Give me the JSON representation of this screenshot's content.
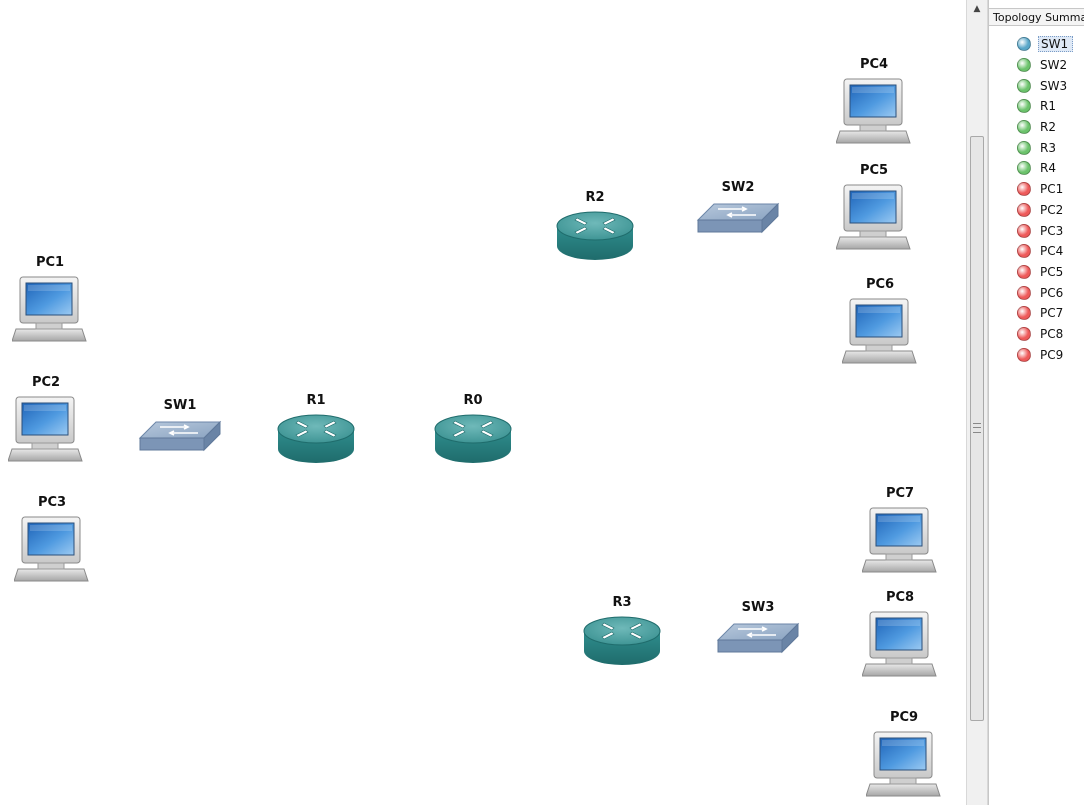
{
  "canvas": {
    "nodes": [
      {
        "id": "pc1",
        "label": "PC1",
        "type": "pc"
      },
      {
        "id": "pc2",
        "label": "PC2",
        "type": "pc"
      },
      {
        "id": "pc3",
        "label": "PC3",
        "type": "pc"
      },
      {
        "id": "sw1",
        "label": "SW1",
        "type": "switch"
      },
      {
        "id": "r1",
        "label": "R1",
        "type": "router"
      },
      {
        "id": "r0",
        "label": "R0",
        "type": "router"
      },
      {
        "id": "r2",
        "label": "R2",
        "type": "router"
      },
      {
        "id": "sw2",
        "label": "SW2",
        "type": "switch"
      },
      {
        "id": "pc4",
        "label": "PC4",
        "type": "pc"
      },
      {
        "id": "pc5",
        "label": "PC5",
        "type": "pc"
      },
      {
        "id": "pc6",
        "label": "PC6",
        "type": "pc"
      },
      {
        "id": "r3",
        "label": "R3",
        "type": "router"
      },
      {
        "id": "sw3",
        "label": "SW3",
        "type": "switch"
      },
      {
        "id": "pc7",
        "label": "PC7",
        "type": "pc"
      },
      {
        "id": "pc8",
        "label": "PC8",
        "type": "pc"
      },
      {
        "id": "pc9",
        "label": "PC9",
        "type": "pc"
      }
    ]
  },
  "topology_panel": {
    "title": "Topology Summa",
    "items": [
      {
        "label": "SW1",
        "status": "selected",
        "color": "#5aa7c9"
      },
      {
        "label": "SW2",
        "status": "stopped",
        "color": "#6cc36c"
      },
      {
        "label": "SW3",
        "status": "stopped",
        "color": "#6cc36c"
      },
      {
        "label": "R1",
        "status": "stopped",
        "color": "#6cc36c"
      },
      {
        "label": "R2",
        "status": "stopped",
        "color": "#6cc36c"
      },
      {
        "label": "R3",
        "status": "stopped",
        "color": "#6cc36c"
      },
      {
        "label": "R4",
        "status": "stopped",
        "color": "#6cc36c"
      },
      {
        "label": "PC1",
        "status": "off",
        "color": "#ee5a5a"
      },
      {
        "label": "PC2",
        "status": "off",
        "color": "#ee5a5a"
      },
      {
        "label": "PC3",
        "status": "off",
        "color": "#ee5a5a"
      },
      {
        "label": "PC4",
        "status": "off",
        "color": "#ee5a5a"
      },
      {
        "label": "PC5",
        "status": "off",
        "color": "#ee5a5a"
      },
      {
        "label": "PC6",
        "status": "off",
        "color": "#ee5a5a"
      },
      {
        "label": "PC7",
        "status": "off",
        "color": "#ee5a5a"
      },
      {
        "label": "PC8",
        "status": "off",
        "color": "#ee5a5a"
      },
      {
        "label": "PC9",
        "status": "off",
        "color": "#ee5a5a"
      }
    ]
  },
  "scrollbar": {
    "up_arrow": "▲"
  }
}
